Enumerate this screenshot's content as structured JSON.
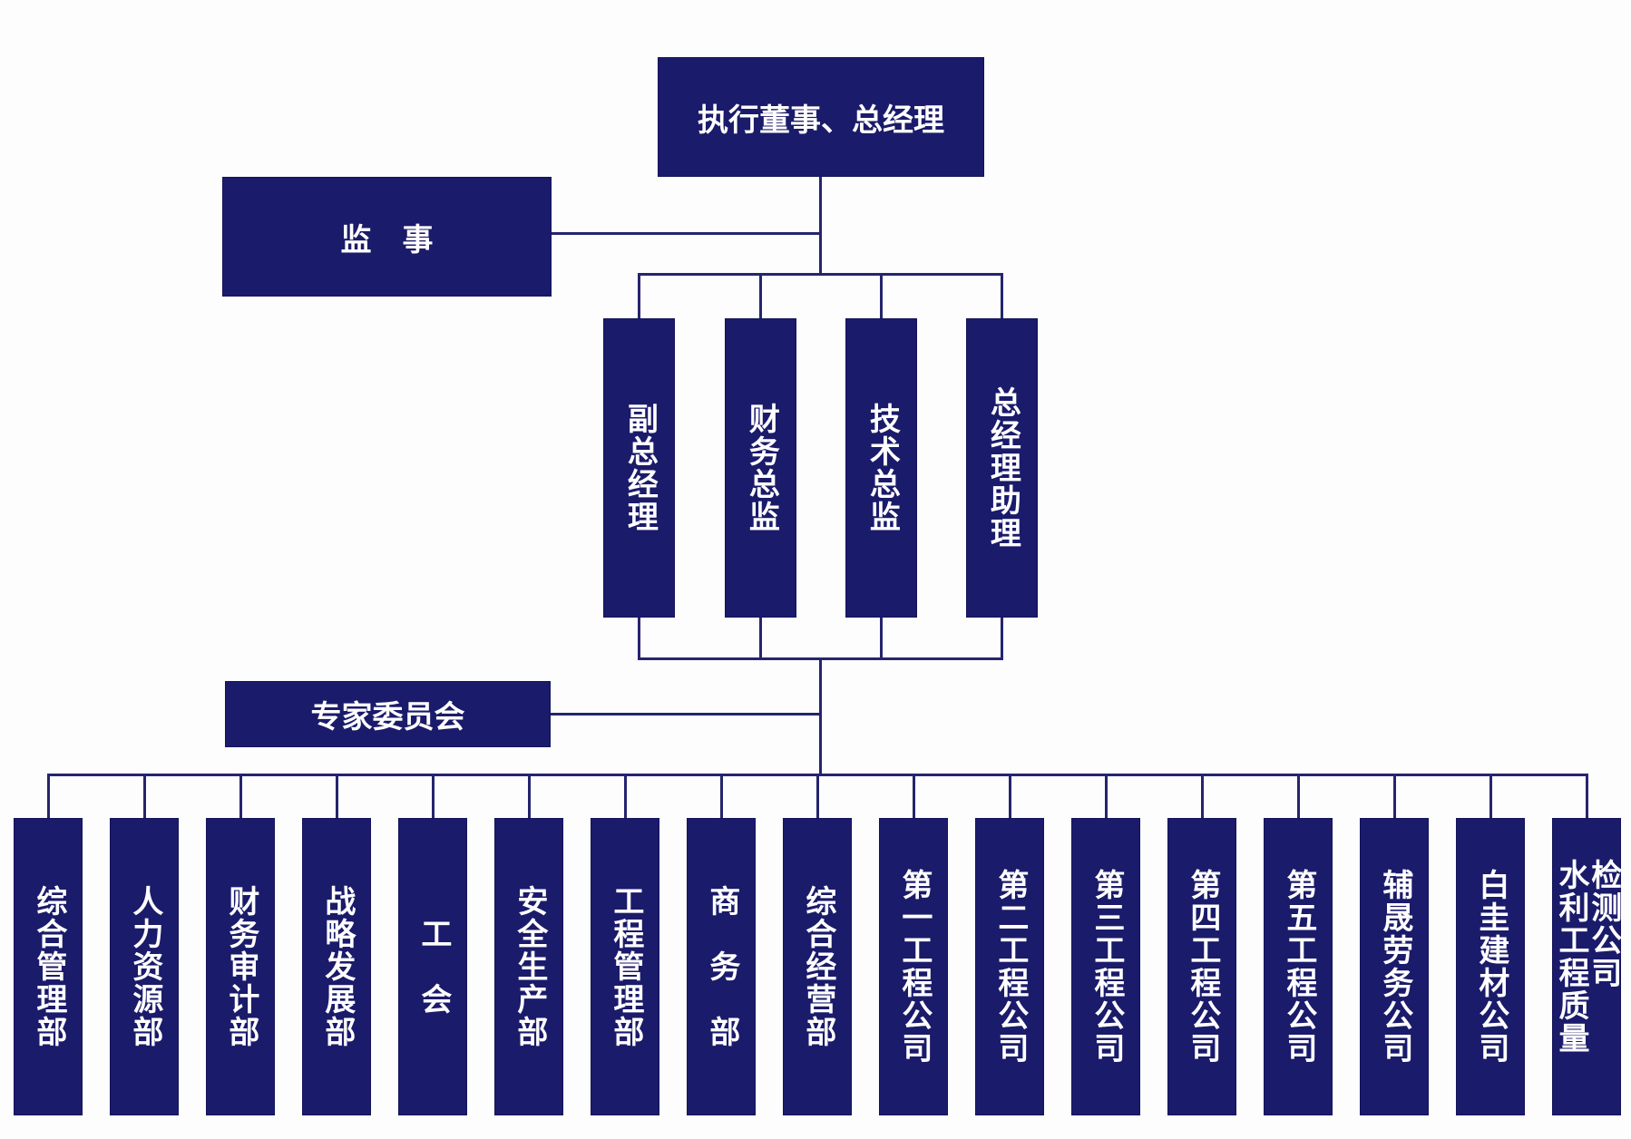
{
  "top": {
    "label": "执行董事、总经理"
  },
  "supervisor": {
    "label": "监　事"
  },
  "executives": [
    {
      "label": "副总经理"
    },
    {
      "label": "财务总监"
    },
    {
      "label": "技术总监"
    },
    {
      "label": "总经理助理"
    }
  ],
  "expert_committee": {
    "label": "专家委员会"
  },
  "departments": [
    {
      "label": "综合管理部"
    },
    {
      "label": "人力资源部"
    },
    {
      "label": "财务审计部"
    },
    {
      "label": "战略发展部"
    },
    {
      "label": "工　会"
    },
    {
      "label": "安全生产部"
    },
    {
      "label": "工程管理部"
    },
    {
      "label": "商　务　部"
    },
    {
      "label": "综合经营部"
    },
    {
      "label": "第一工程公司"
    },
    {
      "label": "第二工程公司"
    },
    {
      "label": "第三工程公司"
    },
    {
      "label": "第四工程公司"
    },
    {
      "label": "第五工程公司"
    },
    {
      "label": "辅晟劳务公司"
    },
    {
      "label": "白圭建材公司"
    },
    {
      "label": "水利工程质量检测公司"
    }
  ],
  "colors": {
    "box": "#1b1b6b",
    "line": "#25256e",
    "text": "#ffffff"
  }
}
